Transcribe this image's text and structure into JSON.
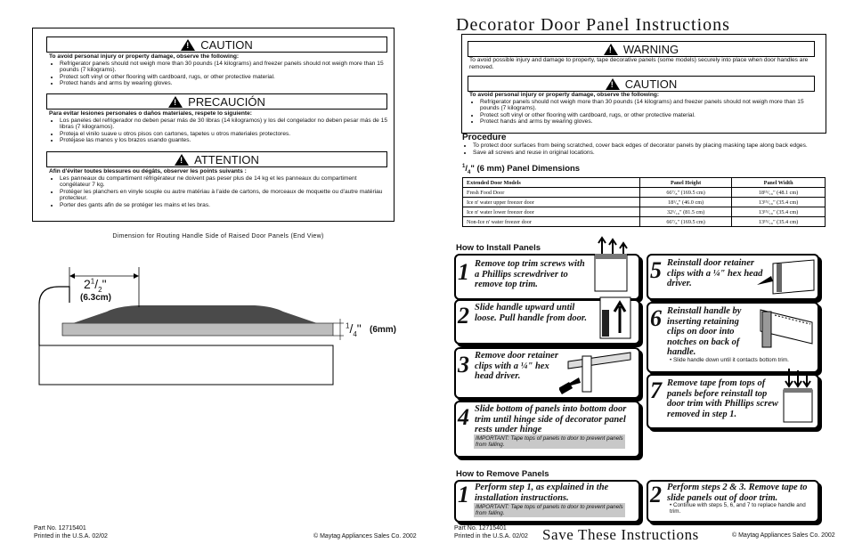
{
  "left": {
    "caution_en": {
      "heading": "CAUTION",
      "lead": "To avoid personal injury or property damage, observe the following:",
      "bullets": [
        "Refrigerator panels should not weigh more than 30 pounds (14 kilograms) and freezer panels should not weigh more than 15 pounds (7 kilograms).",
        "Protect soft vinyl or other flooring with cardboard, rugs, or other protective material.",
        "Protect hands and arms by wearing gloves."
      ]
    },
    "caution_es": {
      "heading": "PRECAUCIÓN",
      "lead": "Para evitar lesiones personales o daños materiales, respete lo siguiente:",
      "bullets": [
        "Los paneles del refrigerador no deben pesar más de 30 libras (14 kilogramos) y los del congelador no deben pesar más de 15 libras (7 kilogramos).",
        "Proteja el vinilo suave u otros pisos con cartones, tapetes u otros materiales protectores.",
        "Protéjase las manos y los brazos usando guantes."
      ]
    },
    "caution_fr": {
      "heading": "ATTENTION",
      "lead": "Afin d'éviter toutes blessures ou dégâts, observer les points suivants :",
      "bullets": [
        "Les panneaux du compartiment réfrigérateur ne doivent pas peser plus de 14 kg et les panneaux du compartiment congélateur 7 kg.",
        "Protéger les planchers en vinyle souple ou autre matériau à l'aide de cartons, de morceaux de moquette ou d'autre matériau protecteur.",
        "Porter des gants afin de se protéger les mains et les bras."
      ]
    },
    "diagram": {
      "caption": "Dimension for Routing Handle Side of Raised Door Panels (End View)",
      "width_whole": "2",
      "width_num": "1",
      "width_den": "2",
      "width_metric": "(6.3cm)",
      "thick_num": "1",
      "thick_den": "4",
      "thick_metric": "(6mm)"
    },
    "footer": {
      "part_no": "Part No. 12715401",
      "printed": "Printed in the U.S.A.  02/02",
      "copyright": "© Maytag  Appliances Sales Co. 2002"
    }
  },
  "right": {
    "title": "Decorator Door Panel Instructions",
    "warning": {
      "heading": "WARNING",
      "text": "To avoid possible injury and damage to property, tape decorative panels (some models) securely into place when door handles are removed."
    },
    "caution": {
      "heading": "CAUTION",
      "lead": "To avoid personal injury or property damage, observe the following:",
      "bullets": [
        "Refrigerator panels should not weigh more than 30 pounds (14 kilograms) and freezer panels should not weigh more than 15 pounds (7 kilograms).",
        "Protect soft vinyl or other flooring with cardboard, rugs, or other protective material.",
        "Protect hands and arms by wearing gloves."
      ]
    },
    "procedure": {
      "heading": "Procedure",
      "bullets": [
        "To protect door surfaces from being scratched, cover back edges of decorator panels by placing masking tape along back edges.",
        "Save all screws and reuse in original locations."
      ]
    },
    "panel_dims": {
      "heading_num": "1",
      "heading_den": "4",
      "heading_rest": "\" (6 mm) Panel Dimensions",
      "columns": [
        "Extended Door Models",
        "Panel Height",
        "Panel Width"
      ],
      "rows": [
        [
          "Fresh Food Door",
          "66⁷/₈\" (169.5 cm)",
          "18¹⁵/₁₆\" (48.1 cm)"
        ],
        [
          "Ice n' water upper freezer door",
          "18¹/₈\" (46.0 cm)",
          "13¹⁵/₁₆\" (35.4 cm)"
        ],
        [
          "Ice n' water lower freezer door",
          "32¹/₁₆\" (81.5 cm)",
          "13¹⁵/₁₆\" (35.4 cm)"
        ],
        [
          "Non-Ice n' water freezer door",
          "66⁷/₈\" (169.5 cm)",
          "13¹⁵/₁₆\" (35.4 cm)"
        ]
      ]
    },
    "install": {
      "heading": "How to Install Panels",
      "steps": [
        {
          "num": "1",
          "text": "Remove top trim screws with a Phillips screwdriver to remove top trim."
        },
        {
          "num": "2",
          "text": "Slide handle upward until loose. Pull handle from door."
        },
        {
          "num": "3",
          "text": "Remove door retainer clips with a ¼\" hex head driver."
        },
        {
          "num": "4",
          "text": "Slide bottom of panels into bottom door trim until hinge side of decorator panel rests under hinge",
          "note": "IMPORTANT:  Tape tops of panels to door to prevent panels from falling."
        },
        {
          "num": "5",
          "text": "Reinstall door retainer clips with a ¼\" hex head driver."
        },
        {
          "num": "6",
          "text": "Reinstall handle by inserting retaining clips on door into notches on back of handle.",
          "note": "Slide handle down until it contacts bottom trim."
        },
        {
          "num": "7",
          "text": "Remove tape from tops of panels before reinstall top door trim with Phillips screw removed in step 1."
        }
      ]
    },
    "remove": {
      "heading": "How to Remove Panels",
      "steps": [
        {
          "num": "1",
          "text": "Perform step 1, as explained in the installation instructions.",
          "note": "IMPORTANT:  Tape tops of panels to door to prevent panels from falling."
        },
        {
          "num": "2",
          "text": "Perform steps 2 & 3. Remove tape to slide panels out of door trim.",
          "note": "Continue with steps 5, 6, and 7 to replace handle and trim."
        }
      ]
    },
    "footer": {
      "part_no": "Part No. 12715401",
      "printed": "Printed in the U.S.A.  02/02",
      "save": "Save These Instructions",
      "copyright": "© Maytag  Appliances Sales Co. 2002"
    }
  }
}
